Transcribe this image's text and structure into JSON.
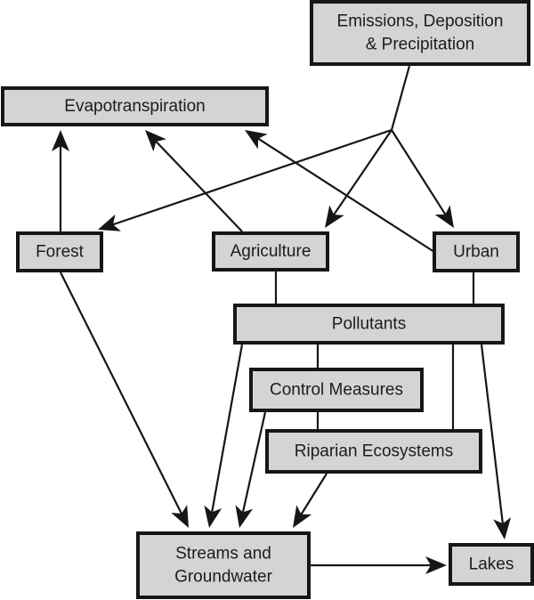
{
  "diagram": {
    "title": "",
    "nodes": [
      {
        "id": "emissions",
        "lines": [
          "Emissions, Deposition",
          "& Precipitation"
        ]
      },
      {
        "id": "evapotranspiration",
        "lines": [
          "Evapotranspiration"
        ]
      },
      {
        "id": "forest",
        "lines": [
          "Forest"
        ]
      },
      {
        "id": "agriculture",
        "lines": [
          "Agriculture"
        ]
      },
      {
        "id": "urban",
        "lines": [
          "Urban"
        ]
      },
      {
        "id": "pollutants",
        "lines": [
          "Pollutants"
        ]
      },
      {
        "id": "control-measures",
        "lines": [
          "Control Measures"
        ]
      },
      {
        "id": "riparian-ecosystems",
        "lines": [
          "Riparian Ecosystems"
        ]
      },
      {
        "id": "streams-groundwater",
        "lines": [
          "Streams and",
          "Groundwater"
        ]
      },
      {
        "id": "lakes",
        "lines": [
          "Lakes"
        ]
      }
    ],
    "edges": [
      {
        "from": "emissions",
        "to": "forest",
        "arrow": true,
        "via": "junction"
      },
      {
        "from": "emissions",
        "to": "agriculture",
        "arrow": true,
        "via": "junction"
      },
      {
        "from": "emissions",
        "to": "urban",
        "arrow": true,
        "via": "junction"
      },
      {
        "from": "forest",
        "to": "evapotranspiration",
        "arrow": true
      },
      {
        "from": "agriculture",
        "to": "evapotranspiration",
        "arrow": true
      },
      {
        "from": "urban",
        "to": "evapotranspiration",
        "arrow": true
      },
      {
        "from": "agriculture",
        "to": "pollutants",
        "arrow": false
      },
      {
        "from": "urban",
        "to": "pollutants",
        "arrow": false
      },
      {
        "from": "pollutants",
        "to": "control-measures",
        "arrow": false
      },
      {
        "from": "control-measures",
        "to": "riparian-ecosystems",
        "arrow": false
      },
      {
        "from": "pollutants",
        "to": "riparian-ecosystems",
        "arrow": false
      },
      {
        "from": "forest",
        "to": "streams-groundwater",
        "arrow": true
      },
      {
        "from": "pollutants",
        "to": "streams-groundwater",
        "arrow": true
      },
      {
        "from": "control-measures",
        "to": "streams-groundwater",
        "arrow": true
      },
      {
        "from": "riparian-ecosystems",
        "to": "streams-groundwater",
        "arrow": true
      },
      {
        "from": "pollutants",
        "to": "lakes",
        "arrow": true
      },
      {
        "from": "streams-groundwater",
        "to": "lakes",
        "arrow": true
      }
    ]
  }
}
